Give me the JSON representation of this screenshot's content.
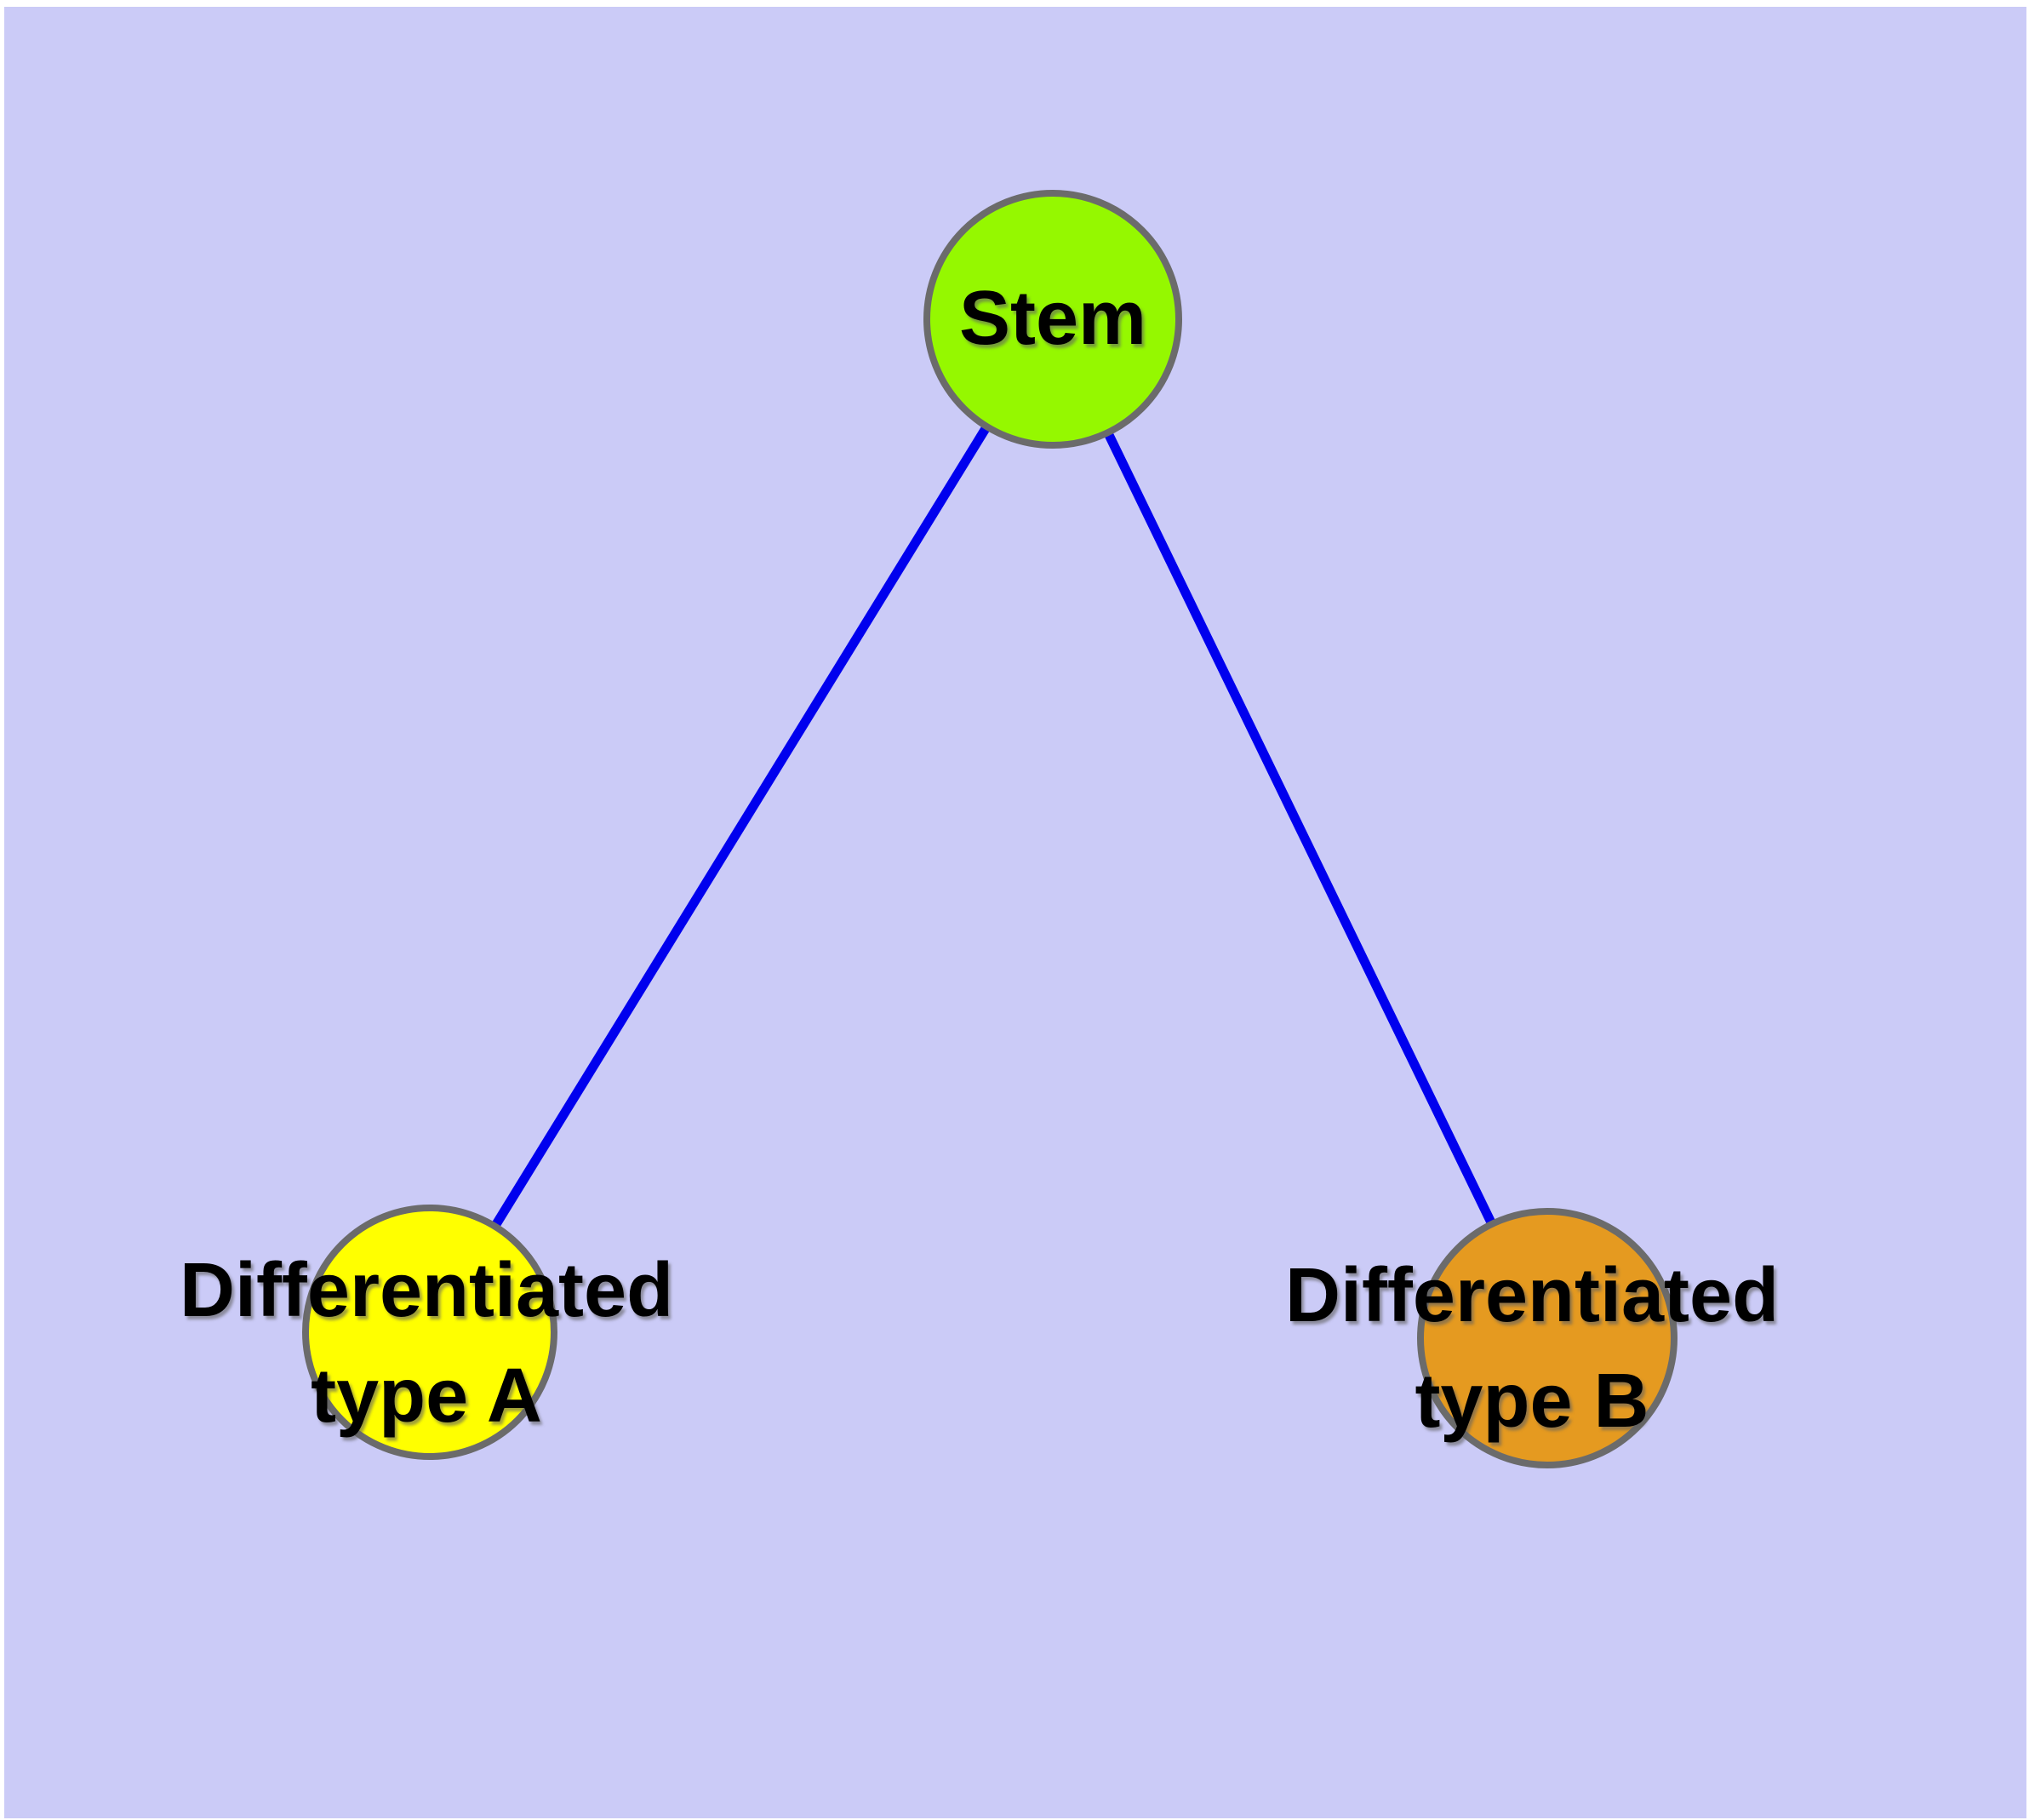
{
  "diagram": {
    "type": "node-link-graph",
    "background_color": "#cbcbf7",
    "margin_color": "#ffffff",
    "edge_color": "#0000ee",
    "node_border_color": "#6b6b6b",
    "label_color": "#000000",
    "nodes": [
      {
        "id": "stem",
        "label": "Stem",
        "label_line2": "",
        "fill": "#95f800"
      },
      {
        "id": "type-a",
        "label": "Differentiated",
        "label_line2": "type A",
        "fill": "#ffff00"
      },
      {
        "id": "type-b",
        "label": "Differentiated",
        "label_line2": "type B",
        "fill": "#e59a20"
      }
    ],
    "edges": [
      {
        "from": "Stem",
        "to": "Differentiated type A"
      },
      {
        "from": "Stem",
        "to": "Differentiated type B"
      }
    ]
  }
}
